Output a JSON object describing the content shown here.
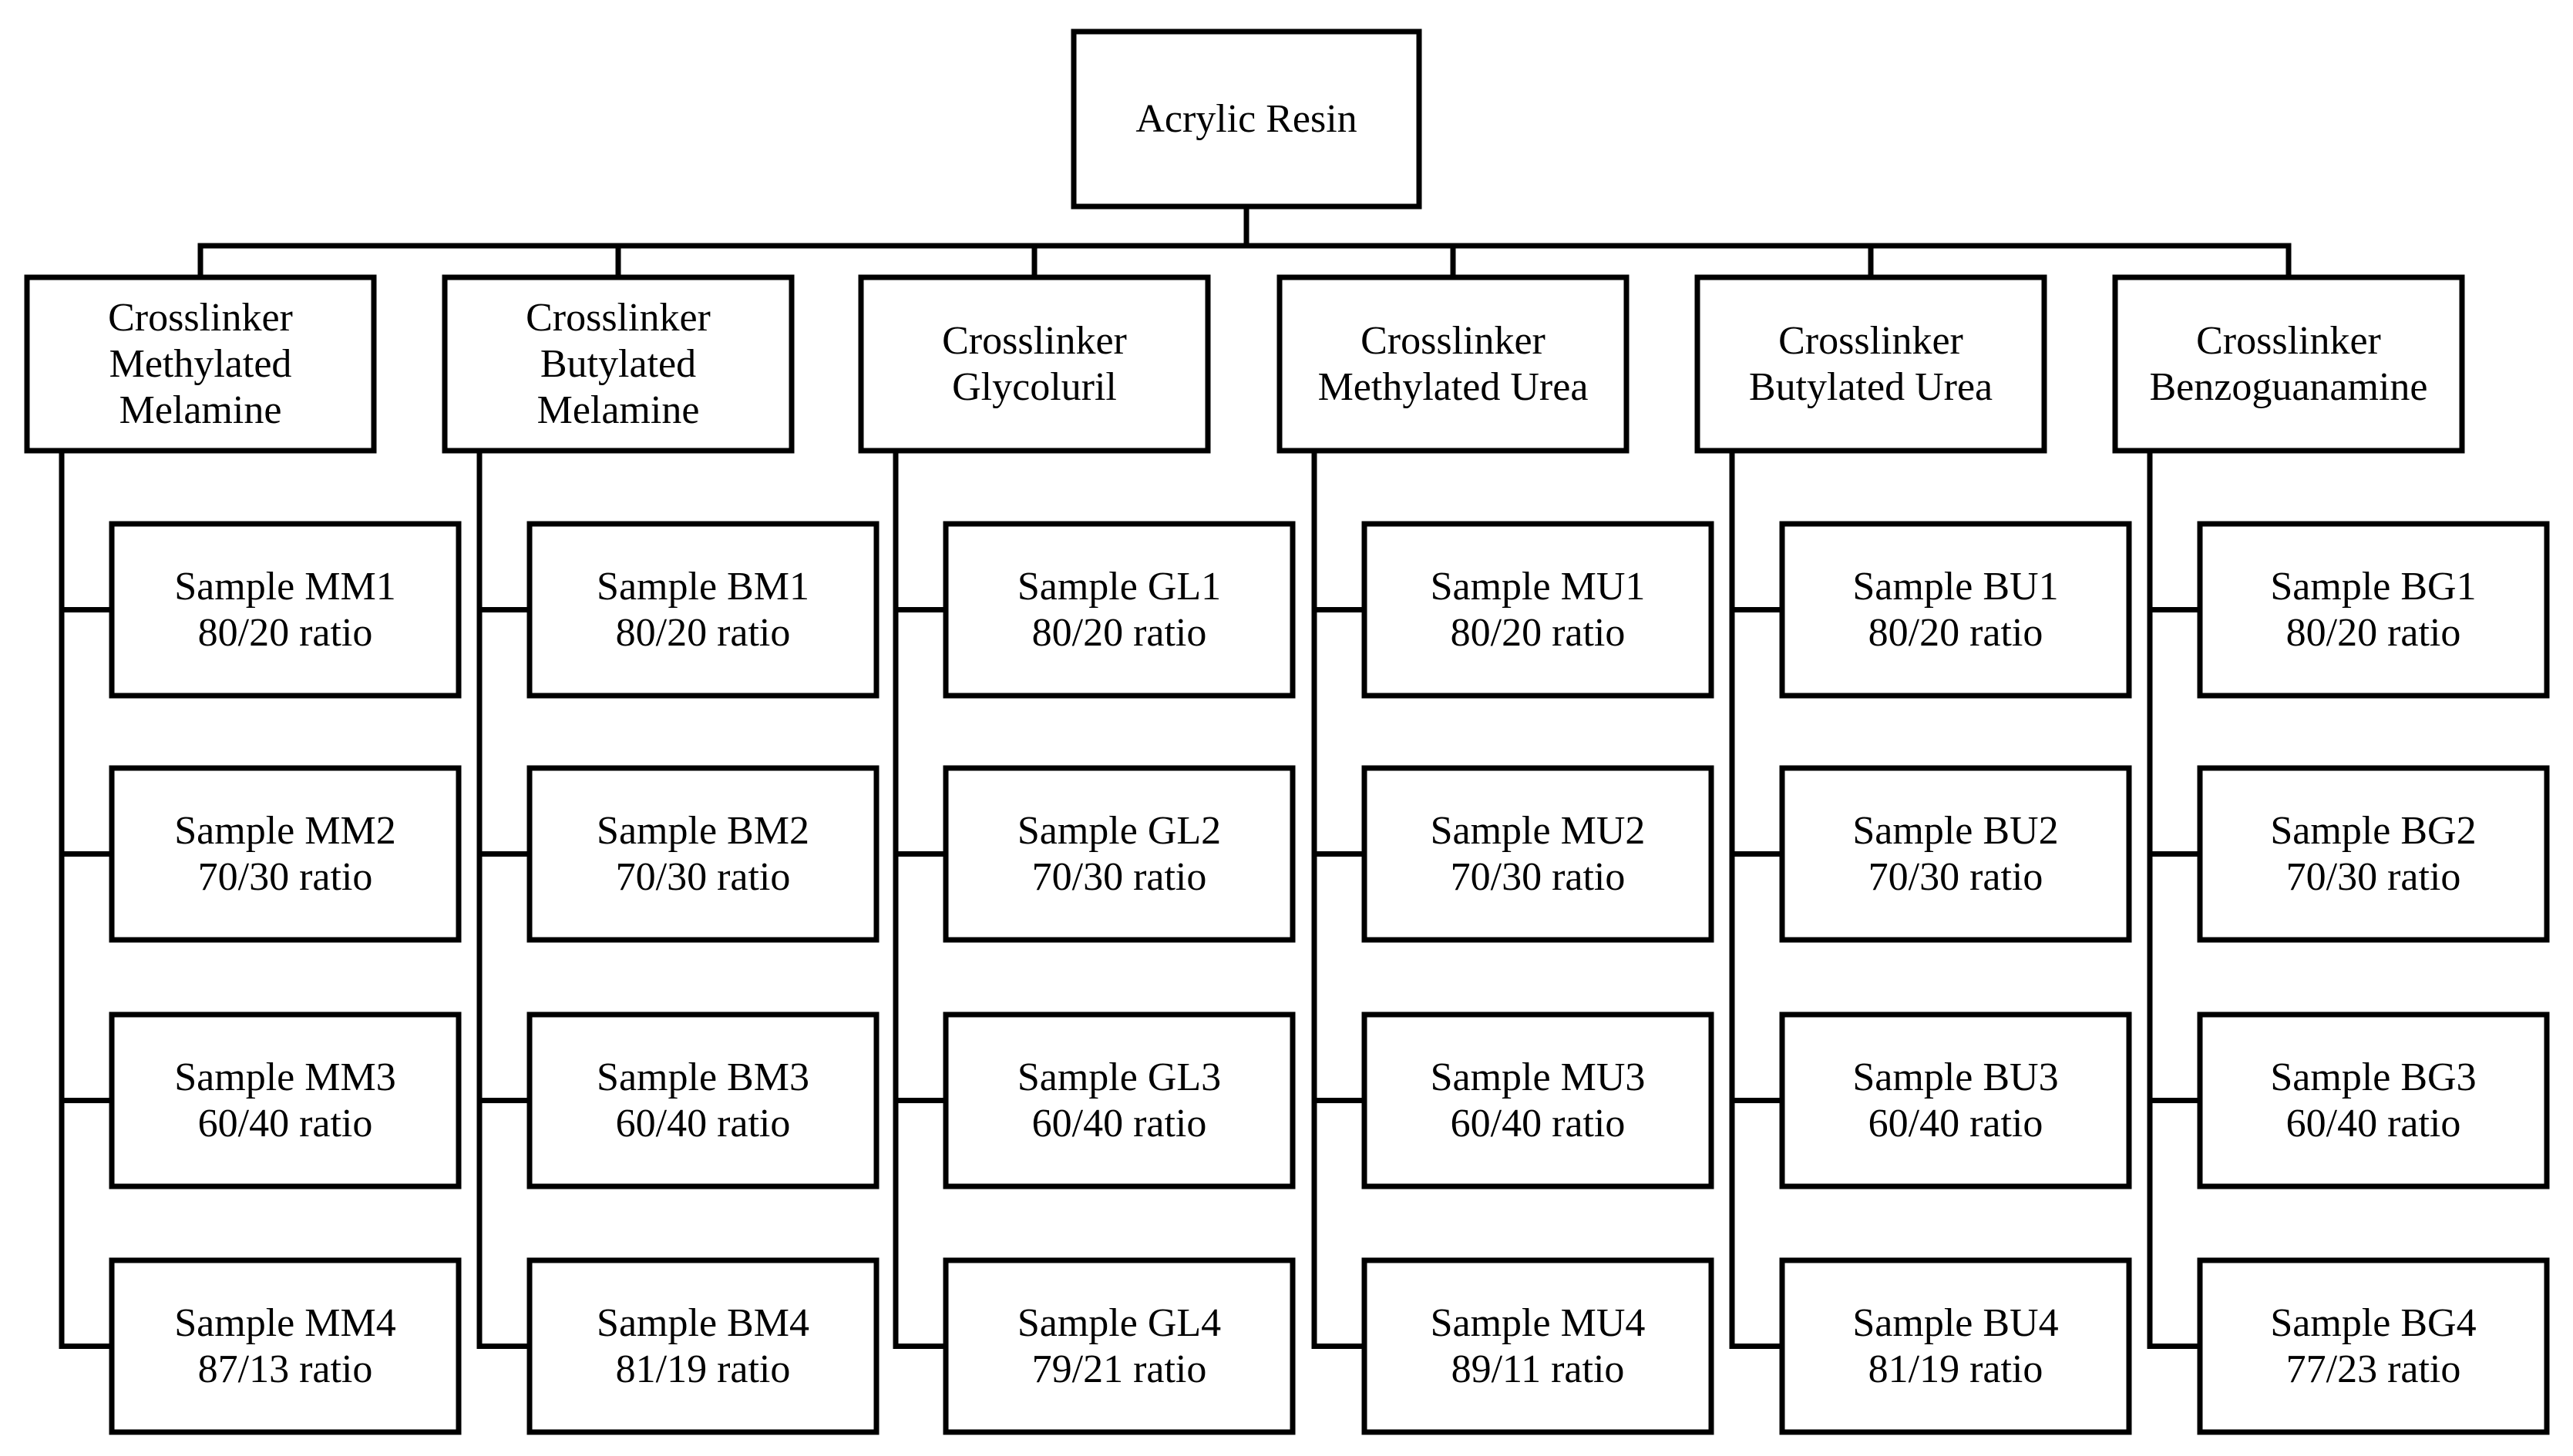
{
  "root": {
    "lines": [
      "Acrylic Resin"
    ]
  },
  "branches": [
    {
      "header": [
        "Crosslinker",
        "Methylated",
        "Melamine"
      ],
      "samples": [
        [
          "Sample MM1",
          "80/20 ratio"
        ],
        [
          "Sample MM2",
          "70/30 ratio"
        ],
        [
          "Sample MM3",
          "60/40 ratio"
        ],
        [
          "Sample MM4",
          "87/13 ratio"
        ]
      ]
    },
    {
      "header": [
        "Crosslinker",
        "Butylated",
        "Melamine"
      ],
      "samples": [
        [
          "Sample BM1",
          "80/20 ratio"
        ],
        [
          "Sample BM2",
          "70/30 ratio"
        ],
        [
          "Sample BM3",
          "60/40 ratio"
        ],
        [
          "Sample BM4",
          "81/19 ratio"
        ]
      ]
    },
    {
      "header": [
        "Crosslinker",
        "Glycoluril"
      ],
      "samples": [
        [
          "Sample GL1",
          "80/20 ratio"
        ],
        [
          "Sample GL2",
          "70/30 ratio"
        ],
        [
          "Sample GL3",
          "60/40 ratio"
        ],
        [
          "Sample GL4",
          "79/21 ratio"
        ]
      ]
    },
    {
      "header": [
        "Crosslinker",
        "Methylated Urea"
      ],
      "samples": [
        [
          "Sample MU1",
          "80/20 ratio"
        ],
        [
          "Sample MU2",
          "70/30 ratio"
        ],
        [
          "Sample MU3",
          "60/40 ratio"
        ],
        [
          "Sample MU4",
          "89/11 ratio"
        ]
      ]
    },
    {
      "header": [
        "Crosslinker",
        "Butylated Urea"
      ],
      "samples": [
        [
          "Sample BU1",
          "80/20 ratio"
        ],
        [
          "Sample BU2",
          "70/30 ratio"
        ],
        [
          "Sample BU3",
          "60/40 ratio"
        ],
        [
          "Sample BU4",
          "81/19 ratio"
        ]
      ]
    },
    {
      "header": [
        "Crosslinker",
        "Benzoguanamine"
      ],
      "samples": [
        [
          "Sample BG1",
          "80/20 ratio"
        ],
        [
          "Sample BG2",
          "70/30 ratio"
        ],
        [
          "Sample BG3",
          "60/40 ratio"
        ],
        [
          "Sample BG4",
          "77/23 ratio"
        ]
      ]
    }
  ]
}
